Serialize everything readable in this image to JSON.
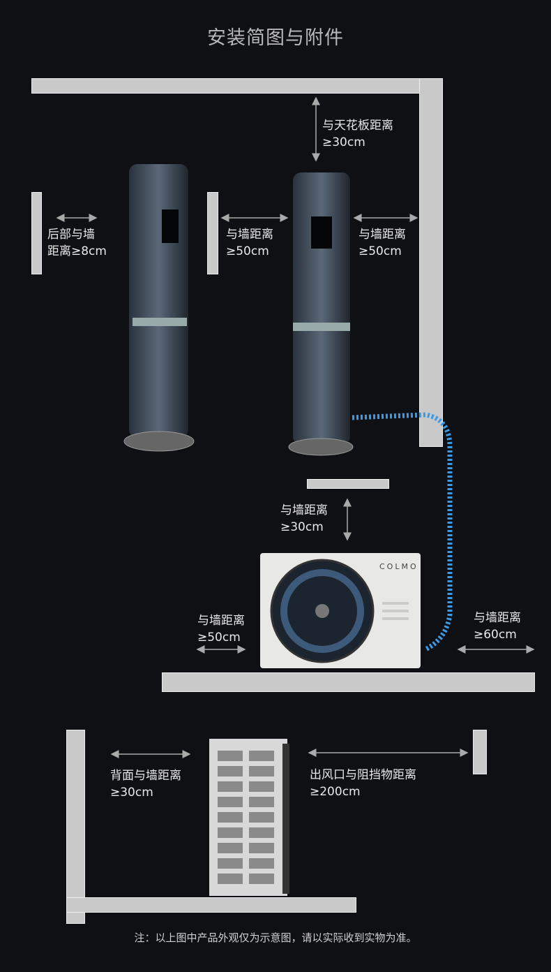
{
  "title": "安装简图与附件",
  "indoor": {
    "rear_wall": {
      "line1": "后部与墙",
      "line2": "距离≥8cm"
    },
    "side_left": {
      "line1": "与墙距离",
      "line2": "≥50cm"
    },
    "side_right": {
      "line1": "与墙距离",
      "line2": "≥50cm"
    },
    "ceiling": {
      "line1": "与天花板距离",
      "line2": "≥30cm"
    }
  },
  "outdoor_front": {
    "brand": "COLMO",
    "top": {
      "line1": "与墙距离",
      "line2": "≥30cm"
    },
    "left": {
      "line1": "与墙距离",
      "line2": "≥50cm"
    },
    "right": {
      "line1": "与墙距离",
      "line2": "≥60cm"
    }
  },
  "outdoor_side": {
    "back": {
      "line1": "背面与墙距离",
      "line2": "≥30cm"
    },
    "outlet": {
      "line1": "出风口与阻挡物距离",
      "line2": "≥200cm"
    }
  },
  "note": "注：以上图中产品外观仅为示意图，请以实际收到实物为准。",
  "colors": {
    "pipe": "#3a9be8",
    "wall": "#c9c9c9",
    "background": "#0f1013"
  }
}
